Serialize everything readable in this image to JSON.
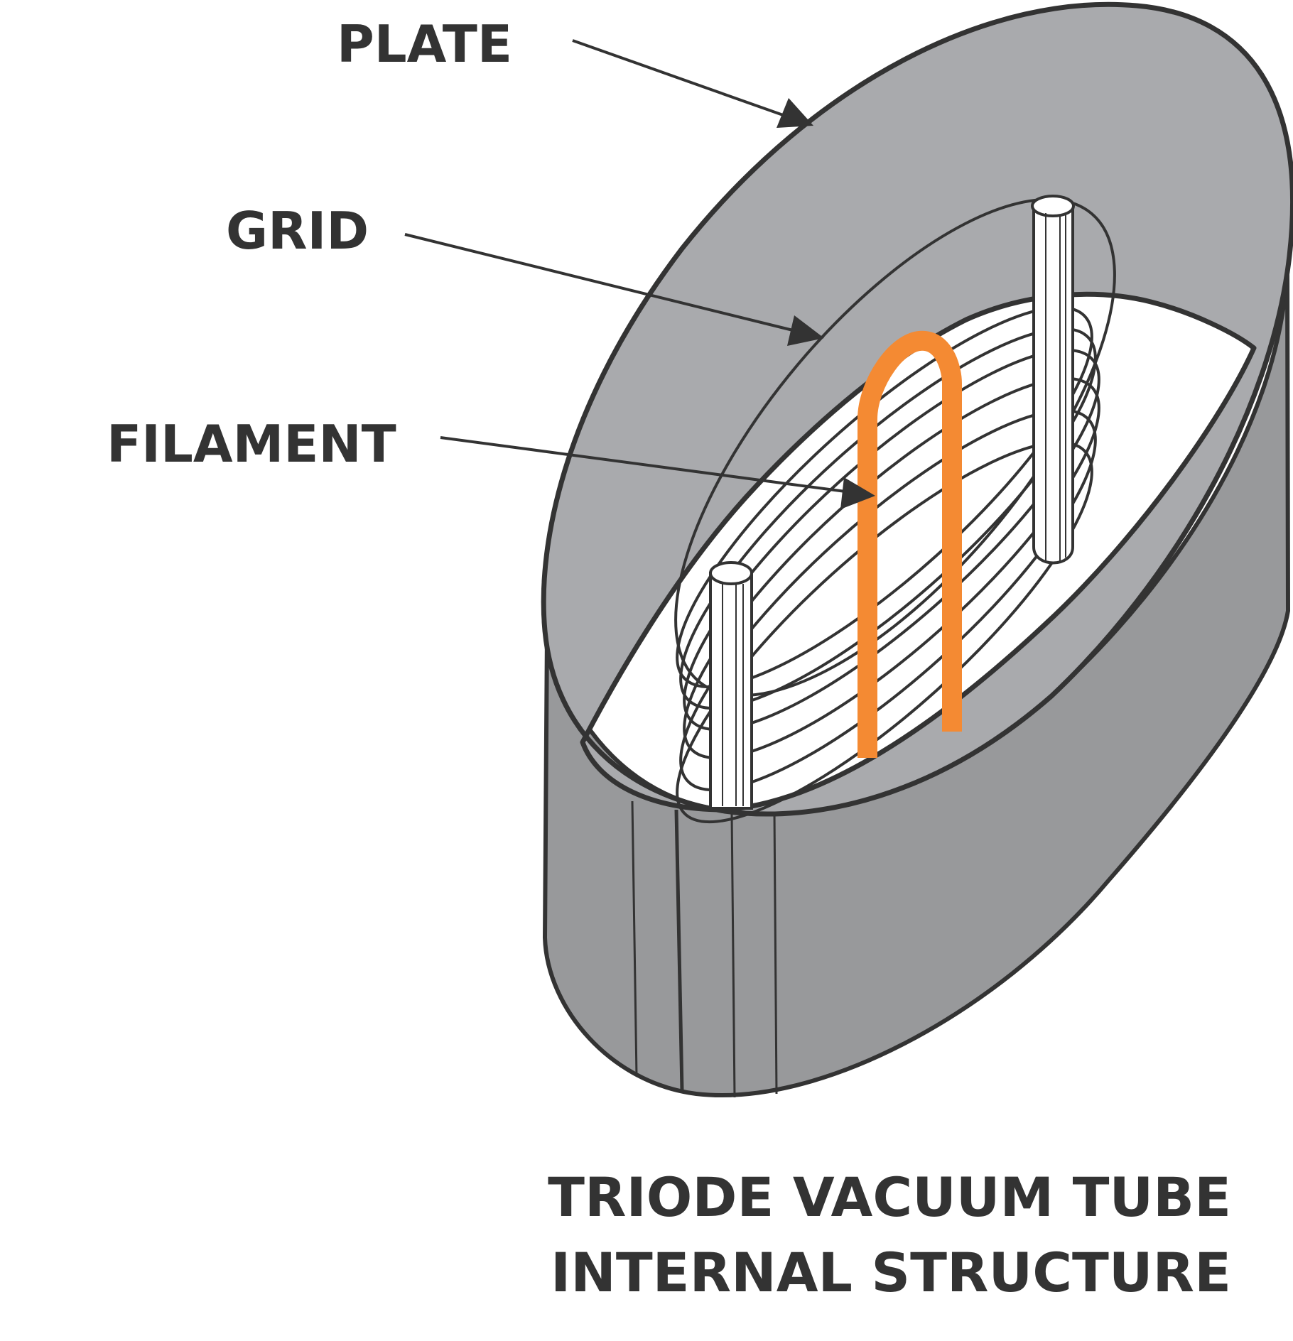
{
  "labels": {
    "plate": "PLATE",
    "grid": "GRID",
    "filament": "FILAMENT"
  },
  "caption": {
    "line1": "TRIODE VACUUM TUBE",
    "line2": "INTERNAL STRUCTURE"
  },
  "colors": {
    "plate_fill": "#a9aaad",
    "plate_side": "#98999b",
    "outline": "#333333",
    "filament": "#f48a33",
    "interior": "#ffffff"
  }
}
